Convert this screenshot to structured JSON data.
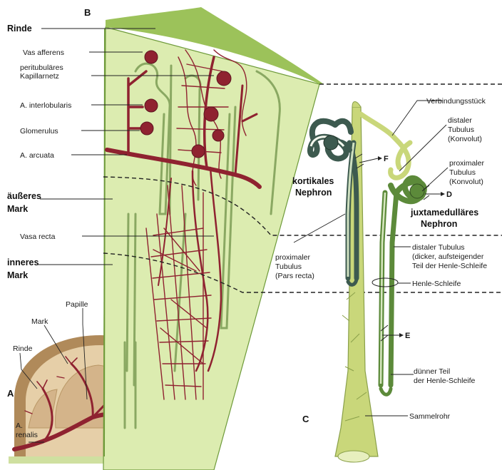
{
  "panels": {
    "a": "A",
    "b": "B",
    "c": "C"
  },
  "zones": {
    "rinde": "Rinde",
    "aeusseres_mark_1": "äußeres",
    "aeusseres_mark_2": "Mark",
    "inneres_mark_1": "inneres",
    "inneres_mark_2": "Mark"
  },
  "panel_b_labels": {
    "vas_afferens": "Vas afferens",
    "peritubulaeres_1": "peritubuläres",
    "peritubulaeres_2": "Kapillarnetz",
    "a_interlobularis": "A. interlobularis",
    "glomerulus": "Glomerulus",
    "a_arcuata": "A. arcuata",
    "vasa_recta": "Vasa recta"
  },
  "panel_a_labels": {
    "papille": "Papille",
    "mark": "Mark",
    "rinde": "Rinde",
    "a_renalis_1": "A.",
    "a_renalis_2": "renalis"
  },
  "panel_c_labels": {
    "verbindungsstueck": "Verbindungsstück",
    "distaler_konvolut_1": "distaler",
    "distaler_konvolut_2": "Tubulus",
    "distaler_konvolut_3": "(Konvolut)",
    "proximaler_konvolut_1": "proximaler",
    "proximaler_konvolut_2": "Tubulus",
    "proximaler_konvolut_3": "(Konvolut)",
    "kortikales_1": "kortikales",
    "kortikales_2": "Nephron",
    "juxtamedullaeres_1": "juxtamedulläres",
    "juxtamedullaeres_2": "Nephron",
    "proximaler_recta_1": "proximaler",
    "proximaler_recta_2": "Tubulus",
    "proximaler_recta_3": "(Pars recta)",
    "distaler_henle_1": "distaler Tubulus",
    "distaler_henle_2": "(dicker, aufsteigender",
    "distaler_henle_3": "Teil der Henle-Schleife",
    "henle_schleife": "Henle-Schleife",
    "duenner_1": "dünner Teil",
    "duenner_2": "der Henle-Schleife",
    "sammelrohr": "Sammelrohr",
    "marker_f": "F",
    "marker_d": "D",
    "marker_e": "E"
  },
  "colors": {
    "cortex_green": "#dcecb0",
    "capsule_green": "#9cc25a",
    "artery_red": "#8f2230",
    "artery_light": "#b94a55",
    "kidney_tan": "#d9bf99",
    "kidney_brown": "#b08a5a",
    "tubule_dark": "#3d5a4f",
    "tubule_mid": "#5c8a3a",
    "collecting_duct": "#c9d77a"
  }
}
